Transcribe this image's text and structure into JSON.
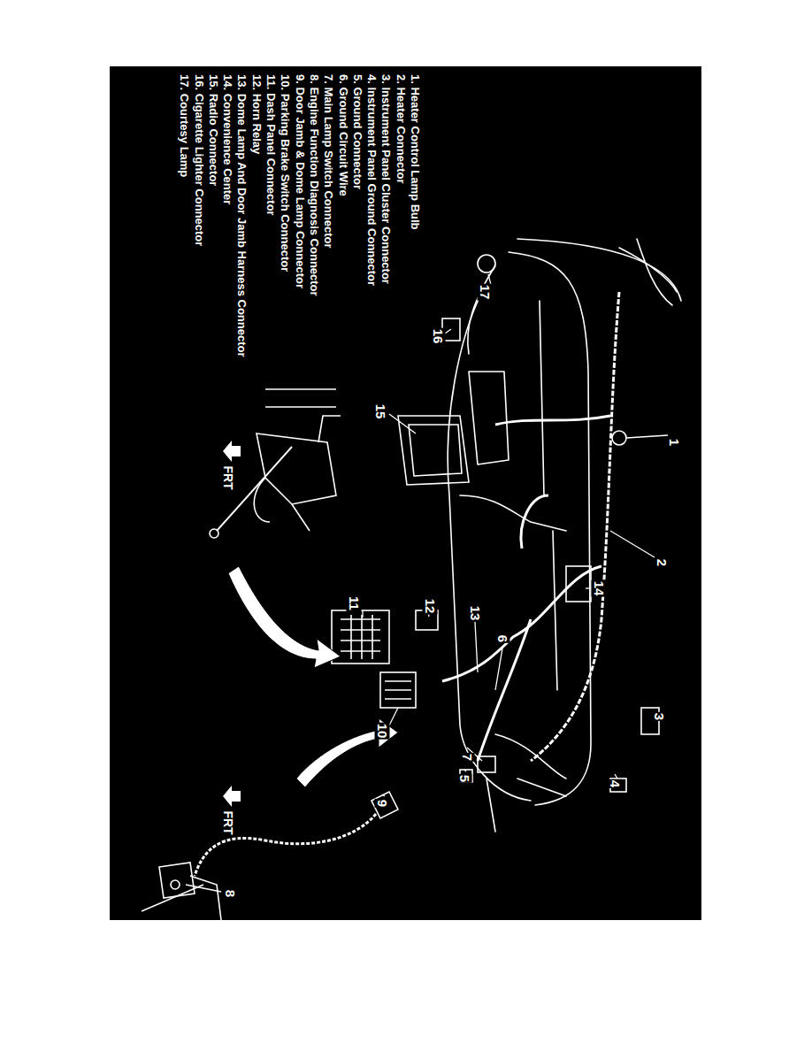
{
  "diagram": {
    "labels": [
      "1. Heater Control Lamp Bulb",
      "2. Heater Connector",
      "3. Instrument Panel Cluster Connector",
      "4. Instrument Panel Ground Connector",
      "5. Ground Connector",
      "6. Ground Circuit Wire",
      "7. Main Lamp Switch Connector",
      "8. Engine Function Diagnosis Connector",
      "9. Door Jamb & Dome Lamp Connector",
      "10. Parking Brake Switch Connector",
      "11. Dash Panel Connector",
      "12. Horn Relay",
      "13. Dome Lamp And Door Jamb Harness Connector",
      "14. Convenience Center",
      "15. Radio Connector",
      "16. Cigarette Lighter Connector",
      "17. Courtesy Lamp",
      "17",
      "16",
      "15",
      "1",
      "2",
      "14",
      "11",
      "12",
      "13",
      "6",
      "3",
      "10",
      "9",
      "7",
      "4",
      "5",
      "8",
      "FRT",
      "FRT"
    ]
  }
}
